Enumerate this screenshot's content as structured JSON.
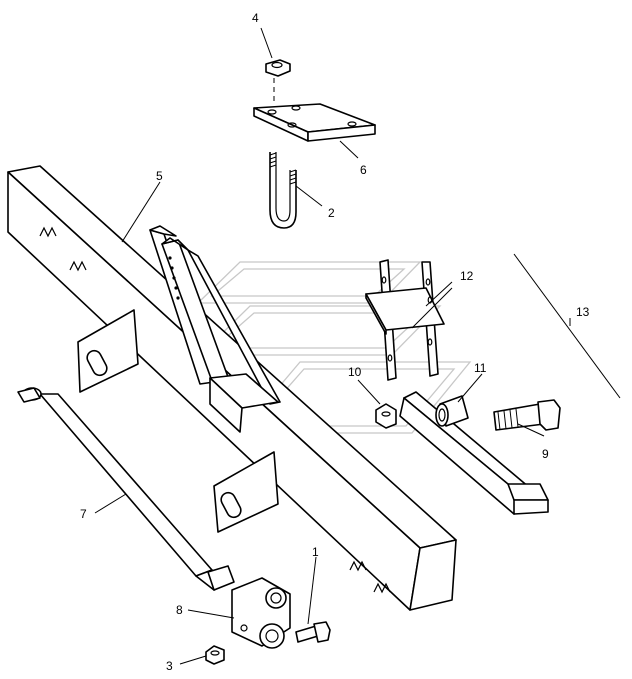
{
  "callouts": {
    "c1": "1",
    "c2": "2",
    "c3": "3",
    "c4": "4",
    "c5": "5",
    "c6": "6",
    "c7": "7",
    "c8": "8",
    "c9": "9",
    "c10": "10",
    "c11": "11",
    "c12": "12",
    "c13": "13"
  },
  "colors": {
    "line": "#000000",
    "watermark": "#c8c8c8",
    "background": "#ffffff"
  }
}
